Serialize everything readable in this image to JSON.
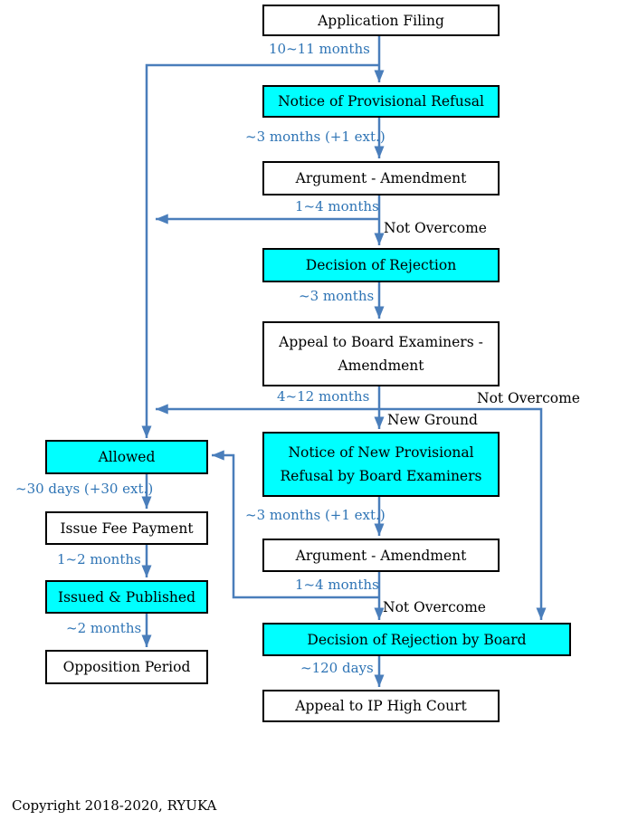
{
  "colors": {
    "highlight": "#00ffff",
    "box_fill": "#ffffff",
    "box_border": "#000000",
    "line": "#4a7ebb",
    "edge_label": "#2e74b5",
    "text": "#000000"
  },
  "nodes": {
    "app_filing": {
      "label": "Application Filing"
    },
    "notice_provisional_refusal": {
      "label": "Notice of Provisional Refusal"
    },
    "argument_amendment_1": {
      "label": "Argument - Amendment"
    },
    "decision_rejection": {
      "label": "Decision of Rejection"
    },
    "appeal_board": {
      "label": "Appeal to Board Examiners -\nAmendment"
    },
    "notice_new_provisional": {
      "label": "Notice of New Provisional\nRefusal by Board Examiners"
    },
    "argument_amendment_2": {
      "label": "Argument - Amendment"
    },
    "decision_rejection_board": {
      "label": "Decision of Rejection by Board"
    },
    "appeal_ip_high_court": {
      "label": "Appeal to IP High Court"
    },
    "allowed": {
      "label": "Allowed"
    },
    "issue_fee_payment": {
      "label": "Issue Fee Payment"
    },
    "issued_published": {
      "label": "Issued & Published"
    },
    "opposition_period": {
      "label": "Opposition Period"
    }
  },
  "edge_labels": {
    "filing_to_refusal": "10~11 months",
    "refusal_to_argument": "~3 months (+1 ext.)",
    "argument1_to_rejection": "1~4 months",
    "rejection_to_appeal": "~3 months",
    "appeal_to_branch": "4~12 months",
    "new_refusal_to_argument2": "~3 months (+1 ext.)",
    "argument2_to_branch": "1~4 months",
    "board_rejection_to_court": "~120 days",
    "allowed_to_fee": "~30 days (+30 ext.)",
    "fee_to_issued": "1~2 months",
    "issued_to_opposition": "~2 months"
  },
  "branch_labels": {
    "not_overcome_examiner": "Not Overcome",
    "not_overcome_appeal": "Not Overcome",
    "new_ground": "New Ground",
    "not_overcome_argument2": "Not Overcome"
  },
  "footer": {
    "copyright": "Copyright 2018-2020, RYUKA"
  }
}
